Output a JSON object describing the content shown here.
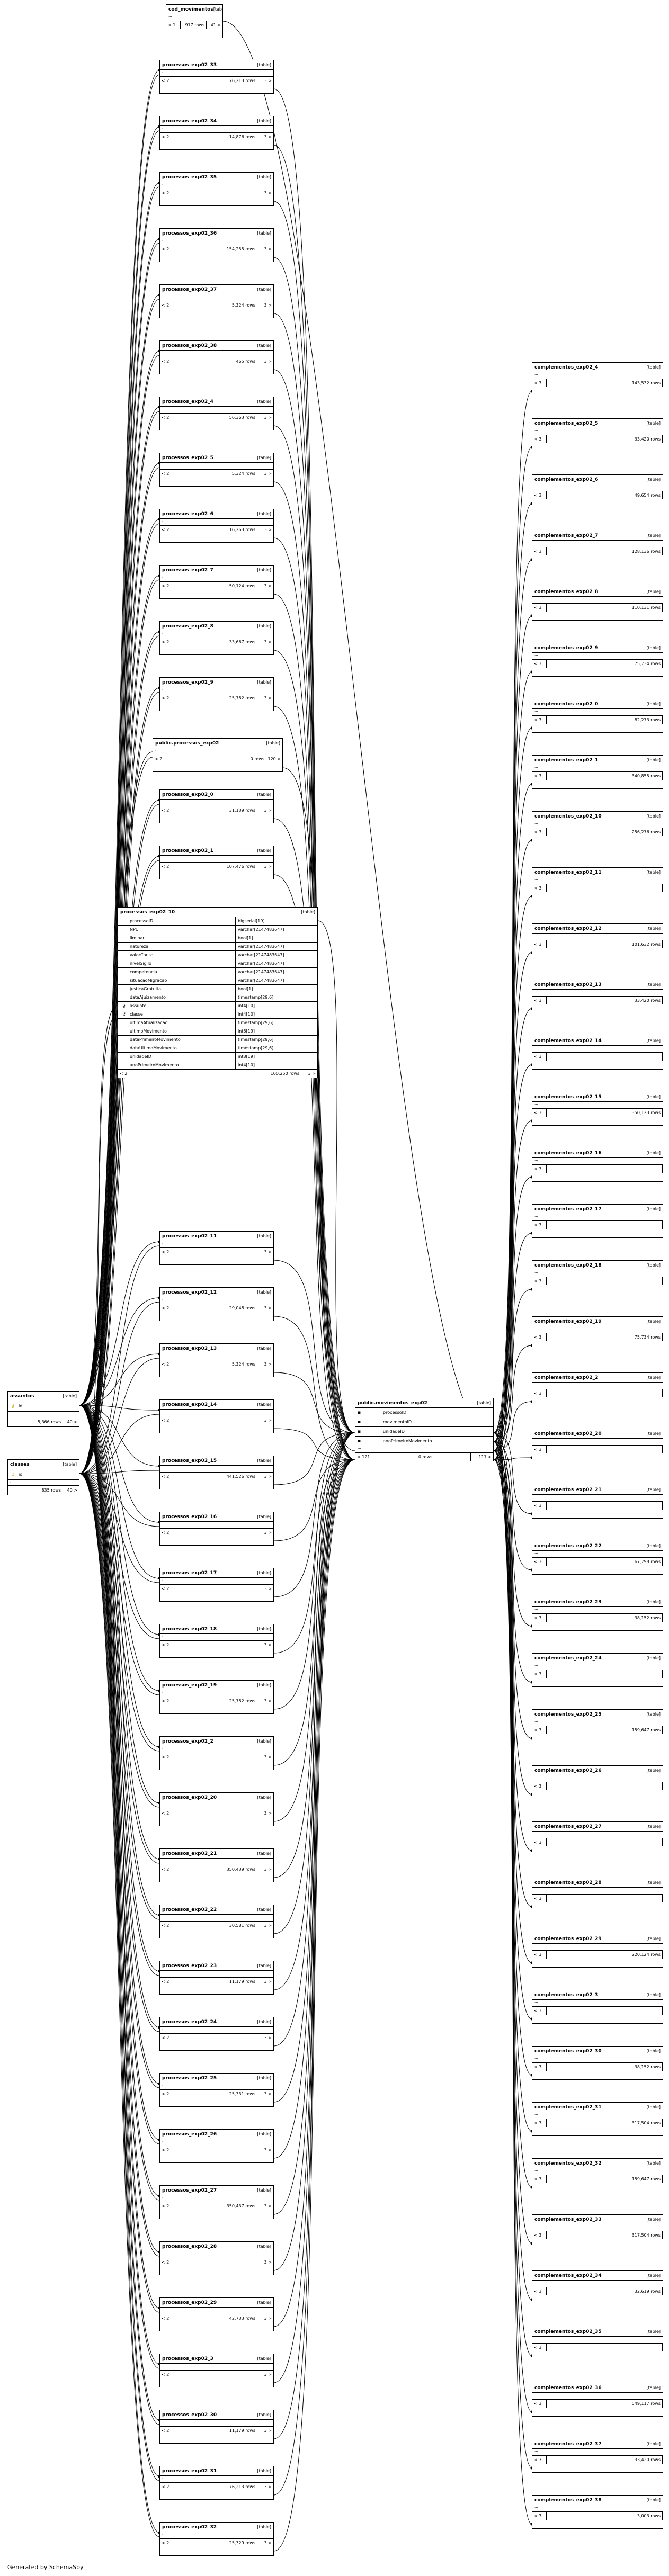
{
  "cod_movimentos": {
    "name": "cod_movimentos",
    "type": "[table]",
    "left": "< 1",
    "rows": "917 rows",
    "right": "41 >"
  },
  "assuntos": {
    "name": "assuntos",
    "type": "[table]",
    "column": "id",
    "rows": "5,366 rows",
    "right": "40 >"
  },
  "classes": {
    "name": "classes",
    "type": "[table]",
    "column": "id",
    "rows": "835 rows",
    "right": "40 >"
  },
  "public_processos": {
    "name": "public.processos_exp02",
    "type": "[table]",
    "left": "< 2",
    "rows": "0 rows",
    "right": "120 >"
  },
  "movimentos": {
    "name": "public.movimentos_exp02",
    "type": "[table]",
    "columns": [
      "processoID",
      "movimentoID",
      "unidadeID",
      "anoPrimeiroMovimento"
    ],
    "left": "< 121",
    "rows": "0 rows",
    "right": "117 >"
  },
  "processos_10": {
    "name": "processos_exp02_10",
    "type": "[table]",
    "columns": [
      {
        "name": "processoID",
        "type": "bigserial[19]"
      },
      {
        "name": "NPU",
        "type": "varchar[2147483647]"
      },
      {
        "name": "liminar",
        "type": "bool[1]"
      },
      {
        "name": "natureza",
        "type": "varchar[2147483647]"
      },
      {
        "name": "valorCausa",
        "type": "varchar[2147483647]"
      },
      {
        "name": "nivelSigilo",
        "type": "varchar[2147483647]"
      },
      {
        "name": "competencia",
        "type": "varchar[2147483647]"
      },
      {
        "name": "situacaoMigracao",
        "type": "varchar[2147483647]"
      },
      {
        "name": "justicaGratuita",
        "type": "bool[1]"
      },
      {
        "name": "dataAjuizamento",
        "type": "timestamp[29,6]"
      },
      {
        "name": "assunto",
        "type": "int4[10]"
      },
      {
        "name": "classe",
        "type": "int4[10]"
      },
      {
        "name": "ultimaAtualizacao",
        "type": "timestamp[29,6]"
      },
      {
        "name": "ultimoMovimento",
        "type": "int8[19]"
      },
      {
        "name": "dataPrimeiroMovimento",
        "type": "timestamp[29,6]"
      },
      {
        "name": "dataUltimoMovimento",
        "type": "timestamp[29,6]"
      },
      {
        "name": "unidadeID",
        "type": "int8[19]"
      },
      {
        "name": "anoPrimeiroMovimento",
        "type": "int4[10]"
      }
    ],
    "left": "< 2",
    "rows": "100,250 rows",
    "right": "3 >"
  },
  "processos": [
    {
      "name": "processos_exp02_33",
      "type": "[table]",
      "left": "< 2",
      "rows": "76,213 rows",
      "right": "3 >"
    },
    {
      "name": "processos_exp02_34",
      "type": "[table]",
      "left": "< 2",
      "rows": "14,876 rows",
      "right": "3 >"
    },
    {
      "name": "processos_exp02_35",
      "type": "[table]",
      "left": "< 2",
      "rows": "",
      "right": "3 >"
    },
    {
      "name": "processos_exp02_36",
      "type": "[table]",
      "left": "< 2",
      "rows": "154,255 rows",
      "right": "3 >"
    },
    {
      "name": "processos_exp02_37",
      "type": "[table]",
      "left": "< 2",
      "rows": "5,324 rows",
      "right": "3 >"
    },
    {
      "name": "processos_exp02_38",
      "type": "[table]",
      "left": "< 2",
      "rows": "465 rows",
      "right": "3 >"
    },
    {
      "name": "processos_exp02_4",
      "type": "[table]",
      "left": "< 2",
      "rows": "56,363 rows",
      "right": "3 >"
    },
    {
      "name": "processos_exp02_5",
      "type": "[table]",
      "left": "< 2",
      "rows": "5,324 rows",
      "right": "3 >"
    },
    {
      "name": "processos_exp02_6",
      "type": "[table]",
      "left": "< 2",
      "rows": "16,263 rows",
      "right": "3 >"
    },
    {
      "name": "processos_exp02_7",
      "type": "[table]",
      "left": "< 2",
      "rows": "50,124 rows",
      "right": "3 >"
    },
    {
      "name": "processos_exp02_8",
      "type": "[table]",
      "left": "< 2",
      "rows": "33,667 rows",
      "right": "3 >"
    },
    {
      "name": "processos_exp02_9",
      "type": "[table]",
      "left": "< 2",
      "rows": "25,782 rows",
      "right": "3 >"
    },
    {
      "name": "processos_exp02_0",
      "type": "[table]",
      "left": "< 2",
      "rows": "31,139 rows",
      "right": "3 >"
    },
    {
      "name": "processos_exp02_1",
      "type": "[table]",
      "left": "< 2",
      "rows": "107,476 rows",
      "right": "3 >"
    },
    {
      "name": "processos_exp02_11",
      "type": "[table]",
      "left": "< 2",
      "rows": "",
      "right": "3 >"
    },
    {
      "name": "processos_exp02_12",
      "type": "[table]",
      "left": "< 2",
      "rows": "29,048 rows",
      "right": "3 >"
    },
    {
      "name": "processos_exp02_13",
      "type": "[table]",
      "left": "< 2",
      "rows": "5,324 rows",
      "right": "3 >"
    },
    {
      "name": "processos_exp02_14",
      "type": "[table]",
      "left": "< 2",
      "rows": "",
      "right": "3 >"
    },
    {
      "name": "processos_exp02_15",
      "type": "[table]",
      "left": "< 2",
      "rows": "441,526 rows",
      "right": "3 >"
    },
    {
      "name": "processos_exp02_16",
      "type": "[table]",
      "left": "< 2",
      "rows": "",
      "right": "3 >"
    },
    {
      "name": "processos_exp02_17",
      "type": "[table]",
      "left": "< 2",
      "rows": "",
      "right": "3 >"
    },
    {
      "name": "processos_exp02_18",
      "type": "[table]",
      "left": "< 2",
      "rows": "",
      "right": "3 >"
    },
    {
      "name": "processos_exp02_19",
      "type": "[table]",
      "left": "< 2",
      "rows": "25,782 rows",
      "right": "3 >"
    },
    {
      "name": "processos_exp02_2",
      "type": "[table]",
      "left": "< 2",
      "rows": "",
      "right": "3 >"
    },
    {
      "name": "processos_exp02_20",
      "type": "[table]",
      "left": "< 2",
      "rows": "",
      "right": "3 >"
    },
    {
      "name": "processos_exp02_21",
      "type": "[table]",
      "left": "< 2",
      "rows": "350,439 rows",
      "right": "3 >"
    },
    {
      "name": "processos_exp02_22",
      "type": "[table]",
      "left": "< 2",
      "rows": "30,581 rows",
      "right": "3 >"
    },
    {
      "name": "processos_exp02_23",
      "type": "[table]",
      "left": "< 2",
      "rows": "11,179 rows",
      "right": "3 >"
    },
    {
      "name": "processos_exp02_24",
      "type": "[table]",
      "left": "< 2",
      "rows": "",
      "right": "3 >"
    },
    {
      "name": "processos_exp02_25",
      "type": "[table]",
      "left": "< 2",
      "rows": "25,331 rows",
      "right": "3 >"
    },
    {
      "name": "processos_exp02_26",
      "type": "[table]",
      "left": "< 2",
      "rows": "",
      "right": "3 >"
    },
    {
      "name": "processos_exp02_27",
      "type": "[table]",
      "left": "< 2",
      "rows": "350,437 rows",
      "right": "3 >"
    },
    {
      "name": "processos_exp02_28",
      "type": "[table]",
      "left": "< 2",
      "rows": "",
      "right": "3 >"
    },
    {
      "name": "processos_exp02_29",
      "type": "[table]",
      "left": "< 2",
      "rows": "42,733 rows",
      "right": "3 >"
    },
    {
      "name": "processos_exp02_3",
      "type": "[table]",
      "left": "< 2",
      "rows": "",
      "right": "3 >"
    },
    {
      "name": "processos_exp02_30",
      "type": "[table]",
      "left": "< 2",
      "rows": "11,179 rows",
      "right": "3 >"
    },
    {
      "name": "processos_exp02_31",
      "type": "[table]",
      "left": "< 2",
      "rows": "76,213 rows",
      "right": "3 >"
    },
    {
      "name": "processos_exp02_32",
      "type": "[table]",
      "left": "< 2",
      "rows": "25,329 rows",
      "right": "3 >"
    }
  ],
  "complementos": [
    {
      "name": "complementos_exp02_4",
      "type": "[table]",
      "left": "< 3",
      "rows": "143,532 rows"
    },
    {
      "name": "complementos_exp02_5",
      "type": "[table]",
      "left": "< 3",
      "rows": "33,420 rows"
    },
    {
      "name": "complementos_exp02_6",
      "type": "[table]",
      "left": "< 3",
      "rows": "49,654 rows"
    },
    {
      "name": "complementos_exp02_7",
      "type": "[table]",
      "left": "< 3",
      "rows": "128,136 rows"
    },
    {
      "name": "complementos_exp02_8",
      "type": "[table]",
      "left": "< 3",
      "rows": "110,131 rows"
    },
    {
      "name": "complementos_exp02_9",
      "type": "[table]",
      "left": "< 3",
      "rows": "75,734 rows"
    },
    {
      "name": "complementos_exp02_0",
      "type": "[table]",
      "left": "< 3",
      "rows": "82,273 rows"
    },
    {
      "name": "complementos_exp02_1",
      "type": "[table]",
      "left": "< 3",
      "rows": "340,855 rows"
    },
    {
      "name": "complementos_exp02_10",
      "type": "[table]",
      "left": "< 3",
      "rows": "256,276 rows"
    },
    {
      "name": "complementos_exp02_11",
      "type": "[table]",
      "left": "< 3",
      "rows": ""
    },
    {
      "name": "complementos_exp02_12",
      "type": "[table]",
      "left": "< 3",
      "rows": "101,632 rows"
    },
    {
      "name": "complementos_exp02_13",
      "type": "[table]",
      "left": "< 3",
      "rows": "33,420 rows"
    },
    {
      "name": "complementos_exp02_14",
      "type": "[table]",
      "left": "< 3",
      "rows": ""
    },
    {
      "name": "complementos_exp02_15",
      "type": "[table]",
      "left": "< 3",
      "rows": "350,123 rows"
    },
    {
      "name": "complementos_exp02_16",
      "type": "[table]",
      "left": "< 3",
      "rows": ""
    },
    {
      "name": "complementos_exp02_17",
      "type": "[table]",
      "left": "< 3",
      "rows": ""
    },
    {
      "name": "complementos_exp02_18",
      "type": "[table]",
      "left": "< 3",
      "rows": ""
    },
    {
      "name": "complementos_exp02_19",
      "type": "[table]",
      "left": "< 3",
      "rows": "75,734 rows"
    },
    {
      "name": "complementos_exp02_2",
      "type": "[table]",
      "left": "< 3",
      "rows": ""
    },
    {
      "name": "complementos_exp02_20",
      "type": "[table]",
      "left": "< 3",
      "rows": ""
    },
    {
      "name": "complementos_exp02_21",
      "type": "[table]",
      "left": "< 3",
      "rows": ""
    },
    {
      "name": "complementos_exp02_22",
      "type": "[table]",
      "left": "< 3",
      "rows": "67,798 rows"
    },
    {
      "name": "complementos_exp02_23",
      "type": "[table]",
      "left": "< 3",
      "rows": "38,152 rows"
    },
    {
      "name": "complementos_exp02_24",
      "type": "[table]",
      "left": "< 3",
      "rows": ""
    },
    {
      "name": "complementos_exp02_25",
      "type": "[table]",
      "left": "< 3",
      "rows": "159,647 rows"
    },
    {
      "name": "complementos_exp02_26",
      "type": "[table]",
      "left": "< 3",
      "rows": ""
    },
    {
      "name": "complementos_exp02_27",
      "type": "[table]",
      "left": "< 3",
      "rows": ""
    },
    {
      "name": "complementos_exp02_28",
      "type": "[table]",
      "left": "< 3",
      "rows": ""
    },
    {
      "name": "complementos_exp02_29",
      "type": "[table]",
      "left": "< 3",
      "rows": "220,124 rows"
    },
    {
      "name": "complementos_exp02_3",
      "type": "[table]",
      "left": "< 3",
      "rows": ""
    },
    {
      "name": "complementos_exp02_30",
      "type": "[table]",
      "left": "< 3",
      "rows": "38,152 rows"
    },
    {
      "name": "complementos_exp02_31",
      "type": "[table]",
      "left": "< 3",
      "rows": "317,504 rows"
    },
    {
      "name": "complementos_exp02_32",
      "type": "[table]",
      "left": "< 3",
      "rows": "159,647 rows"
    },
    {
      "name": "complementos_exp02_33",
      "type": "[table]",
      "left": "< 3",
      "rows": "317,504 rows"
    },
    {
      "name": "complementos_exp02_34",
      "type": "[table]",
      "left": "< 3",
      "rows": "32,619 rows"
    },
    {
      "name": "complementos_exp02_35",
      "type": "[table]",
      "left": "< 3",
      "rows": ""
    },
    {
      "name": "complementos_exp02_36",
      "type": "[table]",
      "left": "< 3",
      "rows": "549,117 rows"
    },
    {
      "name": "complementos_exp02_37",
      "type": "[table]",
      "left": "< 3",
      "rows": "33,420 rows"
    },
    {
      "name": "complementos_exp02_38",
      "type": "[table]",
      "left": "< 3",
      "rows": "3,003 rows"
    }
  ],
  "footer": "Generated by SchemaSpy"
}
